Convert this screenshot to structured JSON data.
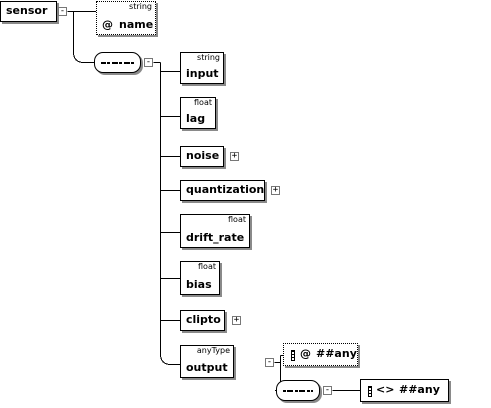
{
  "root": {
    "name": "sensor"
  },
  "attribute_name": {
    "type": "string",
    "at_symbol": "@",
    "name": "name"
  },
  "children": [
    {
      "name": "input",
      "type": "string"
    },
    {
      "name": "lag",
      "type": "float"
    },
    {
      "name": "noise",
      "type": "",
      "expand": "+"
    },
    {
      "name": "quantization",
      "type": "",
      "expand": "+"
    },
    {
      "name": "drift_rate",
      "type": "float"
    },
    {
      "name": "bias",
      "type": "float"
    },
    {
      "name": "clipto",
      "type": "",
      "expand": "+"
    },
    {
      "name": "output",
      "type": "anyType",
      "expand": "-"
    }
  ],
  "output_any_attribute": {
    "at_symbol": "@",
    "label": "##any"
  },
  "output_any_element": {
    "brackets": "<>",
    "label": "##any"
  },
  "toggles": {
    "collapse": "-",
    "expand": "+"
  }
}
